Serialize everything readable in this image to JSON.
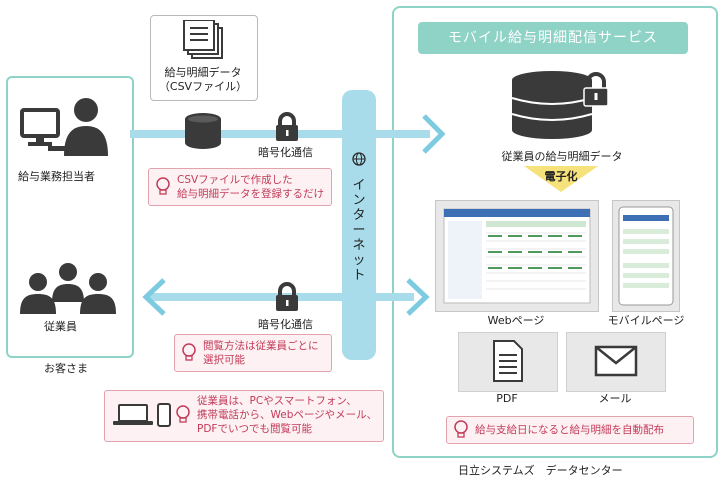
{
  "client": {
    "admin_label": "給与業務担当者",
    "employee_label": "従業員",
    "customer_label": "お客さま"
  },
  "csv_doc": {
    "line1": "給与明細データ",
    "line2": "（CSVファイル）"
  },
  "encryption": {
    "top_label": "暗号化通信",
    "bottom_label": "暗号化通信"
  },
  "internet": {
    "label": "インターネット"
  },
  "notes": {
    "csv_note_line1": "CSVファイルで作成した",
    "csv_note_line2": "給与明細データを登録するだけ",
    "view_note_line1": "閲覧方法は従業員ごとに",
    "view_note_line2": "選択可能",
    "device_note_line1": "従業員は、PCやスマートフォン、",
    "device_note_line2": "携帯電話から、Webページやメール、",
    "device_note_line3": "PDFでいつでも閲覧可能",
    "auto_note": "給与支給日になると給与明細を自動配布"
  },
  "datacenter": {
    "service_title": "モバイル給与明細配信サービス",
    "db_label": "従業員の給与明細データ",
    "digitize_label": "電子化",
    "web_label": "Webページ",
    "mobile_label": "モバイルページ",
    "pdf_label": "PDF",
    "mail_label": "メール",
    "footer_label": "日立システムズ　データセンター"
  },
  "colors": {
    "teal": "#8fd3c6",
    "internet_blue": "#a9dcea",
    "arrow_blue": "#7ccbe0",
    "note_pink": "#c23c58",
    "digitize_yellow": "#f6e27a",
    "icon_dark": "#3a3a3a"
  }
}
